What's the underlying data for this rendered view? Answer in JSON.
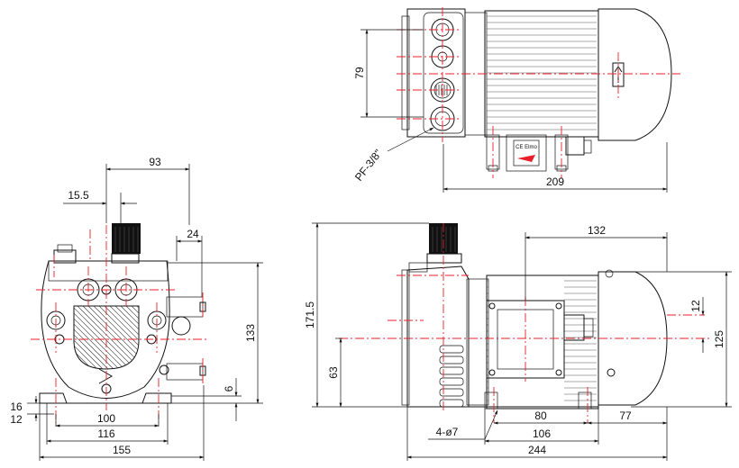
{
  "drawing": {
    "top_view": {
      "dim_height": "79",
      "dim_thread": "PF-3/8\"",
      "dim_overall_length": "209"
    },
    "front_view": {
      "dim_93": "93",
      "dim_15_5": "15.5",
      "dim_24": "24",
      "dim_133": "133",
      "dim_6": "6",
      "dim_16": "16",
      "dim_12": "12",
      "dim_100": "100",
      "dim_116": "116",
      "dim_155": "155"
    },
    "side_view": {
      "dim_171_5": "171.5",
      "dim_132": "132",
      "dim_12": "12",
      "dim_125": "125",
      "dim_63": "63",
      "dim_80": "80",
      "dim_77": "77",
      "dim_holes": "4-ø7",
      "dim_106": "106",
      "dim_244": "244"
    },
    "label_plate": "CE Elmo",
    "colors": {
      "line": "#111111",
      "centerline": "#e8202a"
    }
  }
}
